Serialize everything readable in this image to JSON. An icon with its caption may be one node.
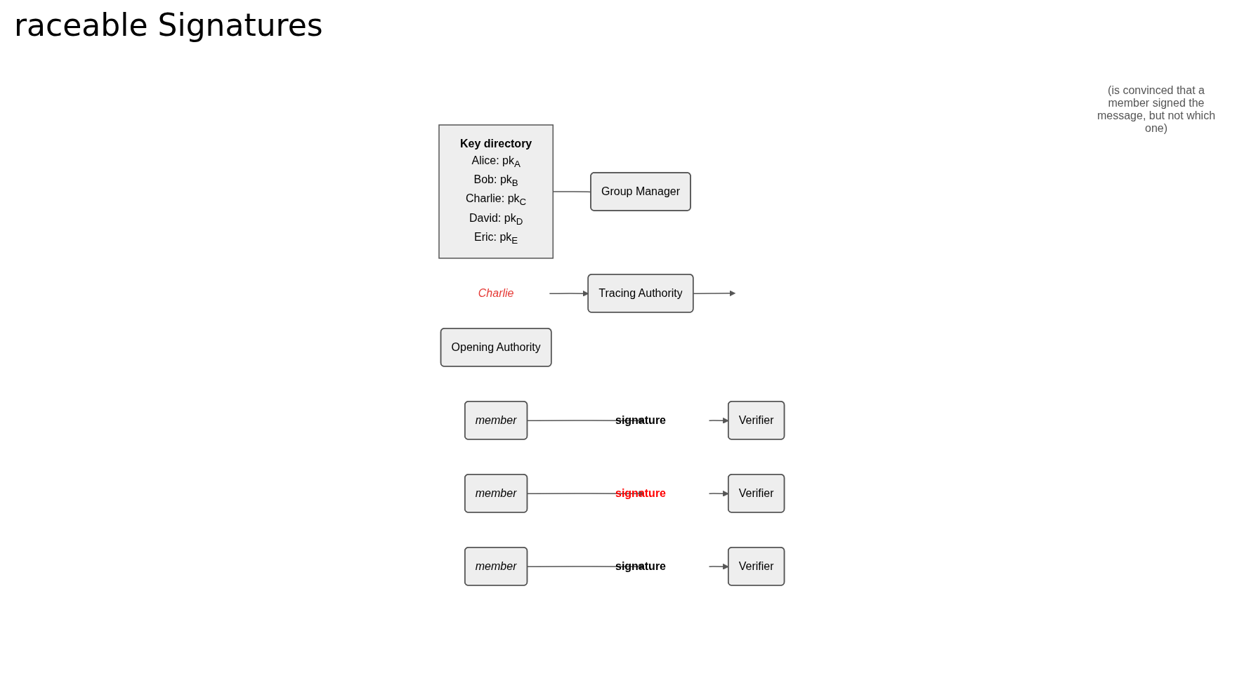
{
  "diagram": {
    "title": "raceable Signatures",
    "nodes": [
      {
        "text": [
          "Charlie"
        ]
      },
      {
        "text": [
          "Group Manager"
        ]
      },
      {
        "text": [
          "Tracing Authority"
        ]
      },
      {
        "text": [
          "Key directory",
          "Alice: pk$_{A}$",
          "Bob: pk$_{B}$",
          "Charlie: pk$_{C}$",
          "David: pk$_{D}$",
          "Eric: pk$_{E}$"
        ]
      },
      {
        "text": [
          "Opening Authority"
        ]
      },
      {
        "text": [
          "member"
        ]
      },
      {
        "text": [
          "signature"
        ]
      },
      {
        "text": [
          "Verifier"
        ]
      },
      {
        "text": [
          "member"
        ]
      },
      {
        "text": [
          "signature"
        ]
      },
      {
        "text": [
          "Verifier"
        ]
      },
      {
        "text": [
          "member"
        ]
      },
      {
        "text": [
          "signature"
        ]
      },
      {
        "text": [
          "Verifier"
        ]
      }
    ],
    "edges": [
      {
        "from": 0,
        "to": 2,
        "arrow": "to"
      },
      {
        "from": 3,
        "to": 1,
        "arrow": "none"
      },
      {
        "from": 2,
        "to": null,
        "arrow": "to"
      },
      {
        "from": 5,
        "to": 6,
        "arrow": "to"
      },
      {
        "from": 6,
        "to": 7,
        "arrow": "to"
      },
      {
        "from": 8,
        "to": 9,
        "arrow": "to"
      },
      {
        "from": 9,
        "to": 10,
        "arrow": "to"
      },
      {
        "from": 11,
        "to": 12,
        "arrow": "to"
      },
      {
        "from": 12,
        "to": 13,
        "arrow": "to"
      }
    ],
    "labels": [
      "(is convinced that a member signed the message, but not which one)"
    ]
  }
}
